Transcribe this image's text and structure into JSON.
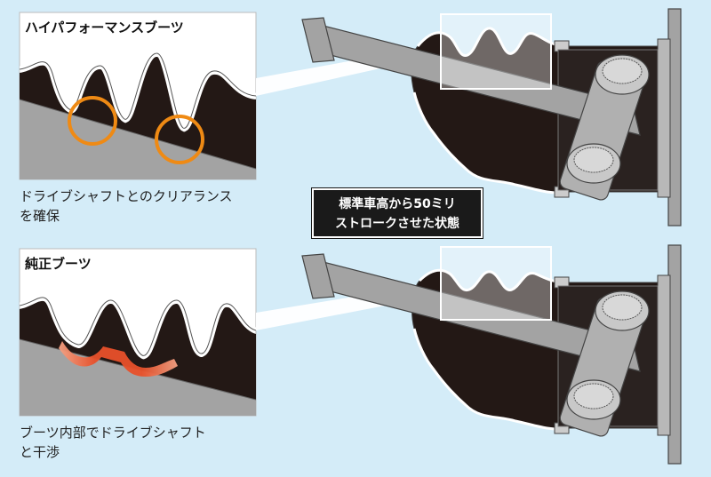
{
  "top_panel": {
    "title": "ハイパフォーマンスブーツ",
    "caption_line1": "ドライブシャフトとのクリアランス",
    "caption_line2": "を確保"
  },
  "bottom_panel": {
    "title": "純正ブーツ",
    "caption_line1": "ブーツ内部でドライブシャフト",
    "caption_line2": "と干渉"
  },
  "state_label": {
    "line1": "標準車高から50ミリ",
    "line2": "ストロークさせた状態"
  },
  "colors": {
    "background": "#d4ecf8",
    "panel": "#ffffff",
    "boot": "#231815",
    "shaft": "#a3a3a3",
    "clearance_ring": "#ef8a14",
    "interference": "#e8502a"
  }
}
